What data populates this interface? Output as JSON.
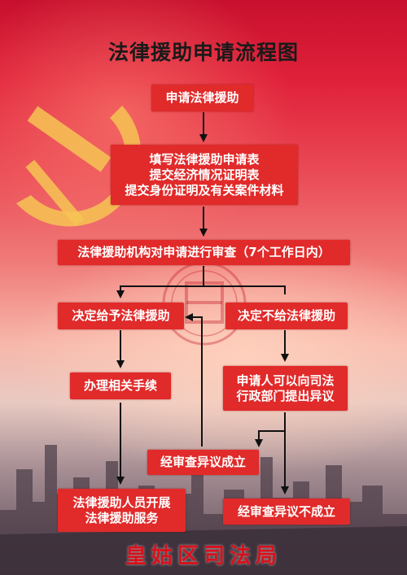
{
  "title": "法律援助申请流程图",
  "steps": {
    "apply": "申请法律援助",
    "fill_forms": "填写法律援助申请表\n提交经济情况证明表\n提交身份证明及有关案件材料",
    "review": "法律援助机构对申请进行审查（7个工作日内）",
    "grant": "决定给予法律援助",
    "deny": "决定不给法律援助",
    "procedures": "办理相关手续",
    "objection": "申请人可以向司法\n行政部门提出异议",
    "objection_upheld": "经审查异议成立",
    "service": "法律援助人员开展\n法律援助服务",
    "objection_rejected": "经审查异议不成立"
  },
  "footer": "皇姑区司法局",
  "colors": {
    "box": "#e12a2a",
    "arrow": "#111111",
    "footer": "#d8101a"
  }
}
